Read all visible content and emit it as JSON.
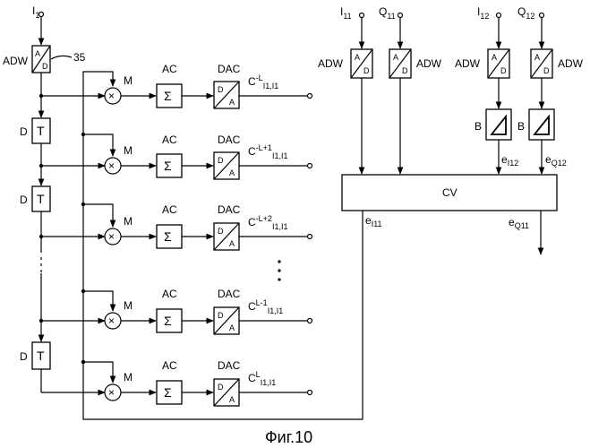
{
  "caption": "Фиг.10",
  "labels": {
    "adw": "ADW",
    "ac": "AC",
    "dac": "DAC",
    "m": "M",
    "delay": "T",
    "d": "D",
    "b": "B",
    "ref35": "35",
    "cv": "CV",
    "sigma": "Σ",
    "times": "×",
    "ad_a": "A",
    "ad_d": "D",
    "da_d": "D",
    "da_a": "A"
  },
  "inputs": [
    {
      "main": "I",
      "sub": "1"
    },
    {
      "main": "I",
      "sub": "11"
    },
    {
      "main": "Q",
      "sub": "11"
    },
    {
      "main": "I",
      "sub": "12"
    },
    {
      "main": "Q",
      "sub": "12"
    }
  ],
  "rows": [
    {
      "c": "C",
      "sup": "-L",
      "sub": "I1,I1"
    },
    {
      "c": "C",
      "sup": "-L+1",
      "sub": "I1,I1"
    },
    {
      "c": "C",
      "sup": "-L+2",
      "sub": "I1,I1"
    },
    {
      "c": "C",
      "sup": "L-1",
      "sub": "I1,I1"
    },
    {
      "c": "C",
      "sup": "L",
      "sub": "I1,I1"
    }
  ],
  "signals": {
    "ei12": {
      "main": "e",
      "sub": "I12"
    },
    "eq12": {
      "main": "e",
      "sub": "Q12"
    },
    "ei11": {
      "main": "e",
      "sub": "I11"
    },
    "eq11": {
      "main": "e",
      "sub": "Q11"
    }
  }
}
